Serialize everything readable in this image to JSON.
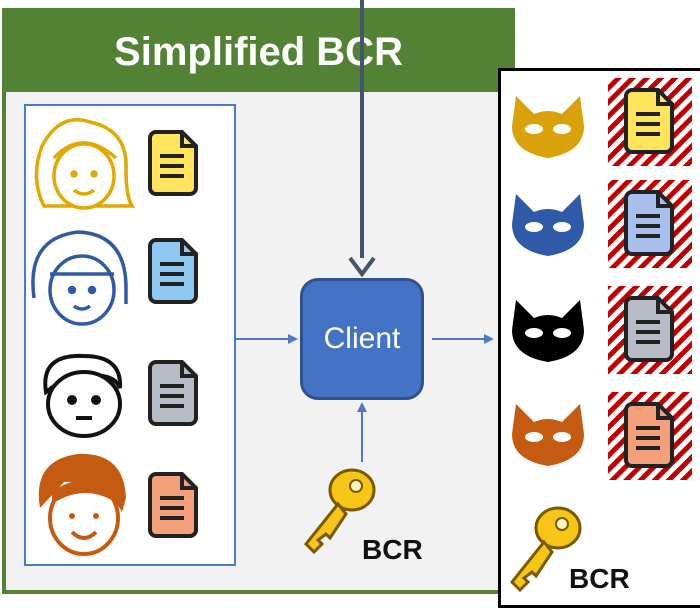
{
  "title": "Simplified BCR",
  "client_label": "Client",
  "key_label_center": "BCR",
  "key_label_right": "BCR",
  "colors": {
    "frame_green": "#548235",
    "client_blue": "#4472c4",
    "arrow_blue": "#4a7cc6",
    "dark_arrow": "#44546a"
  },
  "users": [
    {
      "name": "yellow-user",
      "color": "#e0a800",
      "doc": "#ffe45c"
    },
    {
      "name": "blue-user",
      "color": "#2f5aa8",
      "doc": "#8fc8f0"
    },
    {
      "name": "black-user",
      "color": "#111111",
      "doc": "#b7bcc6"
    },
    {
      "name": "orange-user",
      "color": "#c55a11",
      "doc": "#f4a07a"
    }
  ],
  "masked": [
    {
      "mask": "#d9a20b",
      "doc": "#ffe45c"
    },
    {
      "mask": "#2f5aa8",
      "doc": "#a9bff0"
    },
    {
      "mask": "#000000",
      "doc": "#b7bcc6"
    },
    {
      "mask": "#c55a11",
      "doc": "#f4a07a"
    }
  ]
}
